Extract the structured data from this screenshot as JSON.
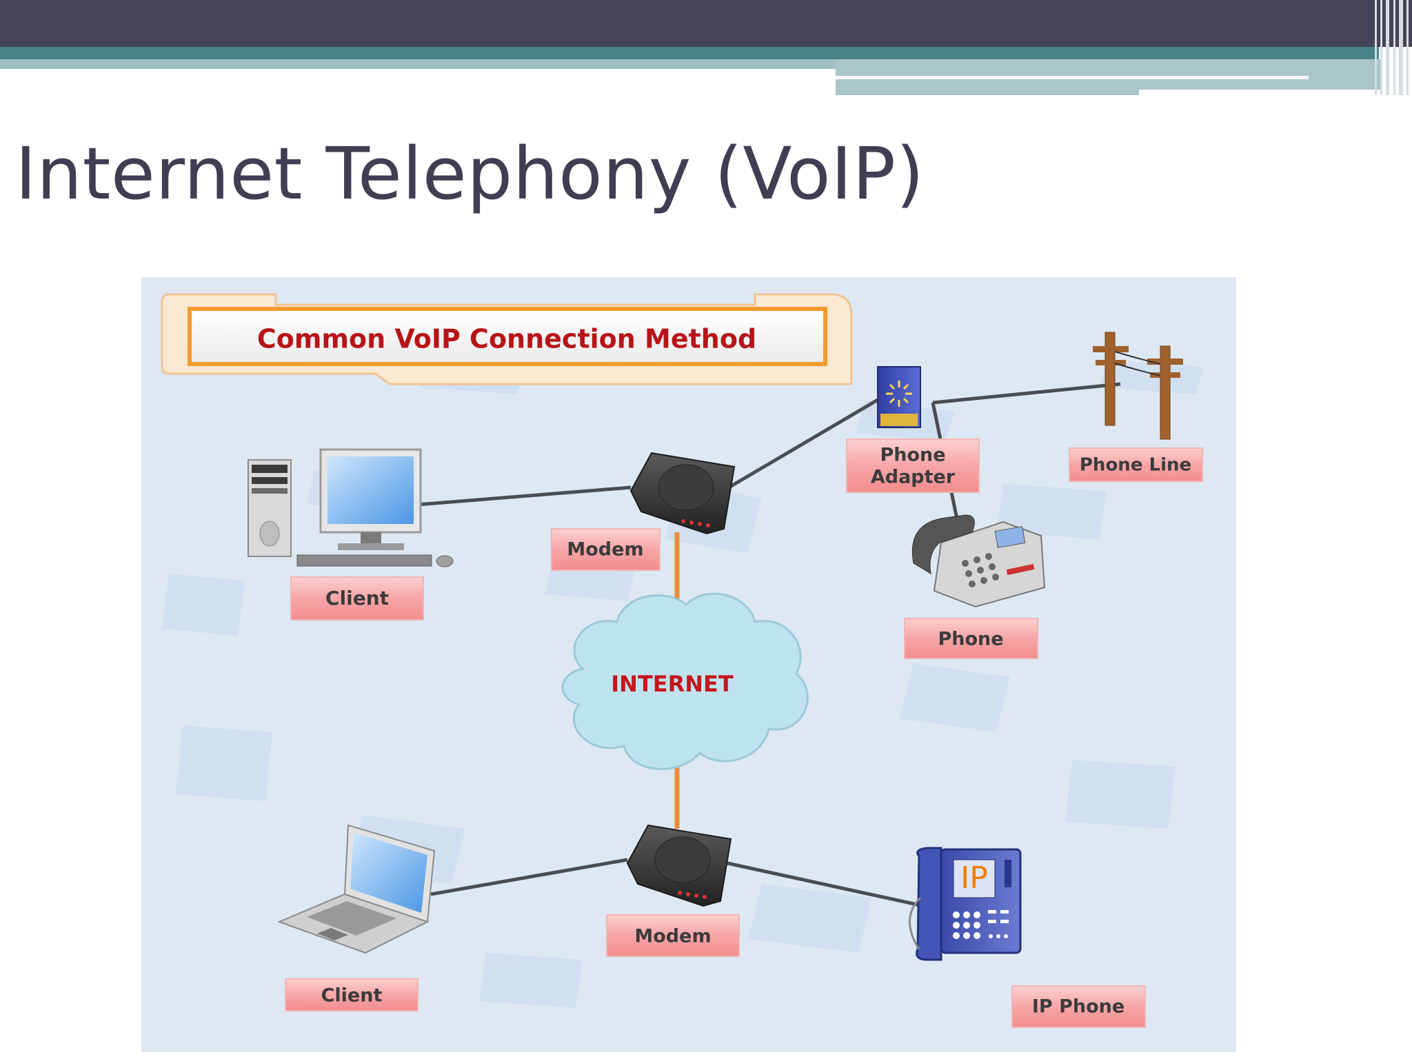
{
  "slide": {
    "title": "Internet Telephony (VoIP)"
  },
  "diagram": {
    "header": "Common VoIP Connection Method",
    "nodes": {
      "client_desktop": "Client",
      "modem_top": "Modem",
      "phone_adapter": [
        "Phone",
        "Adapter"
      ],
      "phone_line": "Phone Line",
      "phone": "Phone",
      "internet": "INTERNET",
      "client_laptop": "Client",
      "modem_bottom": "Modem",
      "ip_phone": "IP Phone"
    },
    "ip_phone_screen": "IP"
  },
  "colors": {
    "title": "#3f3e52",
    "topbar": "#444357",
    "teal_band": "#4a8387",
    "diagram_bg": "#dde8f3",
    "label_box": "#f6a3a4",
    "header_text": "#b81418",
    "header_border": "#f39a2f",
    "internet_cloud": "#bfe3ee",
    "internet_text": "#c4161c",
    "link_orange": "#e78d3a",
    "link_gray": "#4a4d52"
  },
  "icons": [
    "desktop-computer-icon",
    "modem-icon",
    "phone-adapter-icon",
    "utility-pole-icon",
    "desk-phone-icon",
    "cloud-icon",
    "laptop-icon",
    "ip-phone-icon"
  ]
}
